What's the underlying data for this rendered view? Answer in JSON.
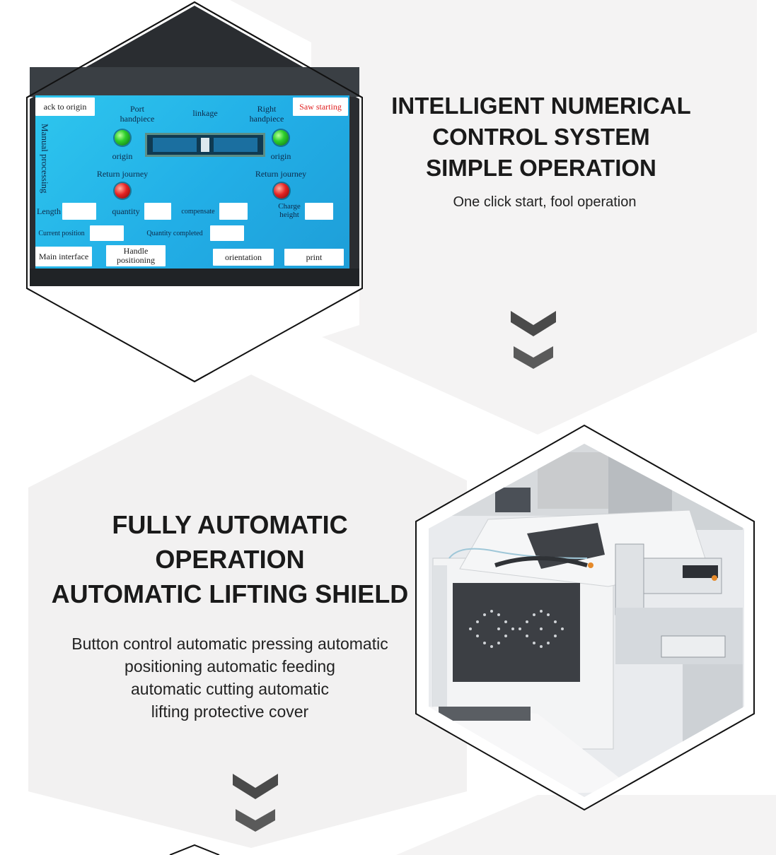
{
  "hmi": {
    "back_to_origin": "ack to origin",
    "port_handpiece": "Port handpiece",
    "linkage": "linkage",
    "right_handpiece": "Right handpiece",
    "saw_starting": "Saw starting",
    "origin_left": "origin",
    "origin_right": "origin",
    "return_left": "Return journey",
    "return_right": "Return journey",
    "manual_processing": "Manual processing",
    "length": "Length",
    "quantity": "quantity",
    "compensate": "compensate",
    "charge_height": "Charge height",
    "current_position": "Current position",
    "quantity_completed": "Quantity completed",
    "main_interface": "Main interface",
    "handle_positioning": "Handle positioning",
    "orientation": "orientation",
    "print": "print"
  },
  "section1": {
    "heading_lines": [
      "INTELLIGENT NUMERICAL",
      "CONTROL SYSTEM",
      "SIMPLE OPERATION"
    ],
    "subtitle": "One click start, fool operation"
  },
  "section2": {
    "heading_lines": [
      "FULLY AUTOMATIC",
      "OPERATION",
      "AUTOMATIC LIFTING SHIELD"
    ],
    "body_lines": [
      "Button control automatic pressing automatic",
      "positioning automatic feeding",
      "automatic cutting automatic",
      "lifting protective cover"
    ]
  },
  "icons": {
    "scroll_down_1": "chevron-down-double-icon",
    "scroll_down_2": "chevron-down-double-icon"
  },
  "colors": {
    "screen_blue": "#27b8ea",
    "hex_gray": "#f3f2f2",
    "chevron": "#4a4a4a",
    "saw_starting_text": "#e02020"
  }
}
